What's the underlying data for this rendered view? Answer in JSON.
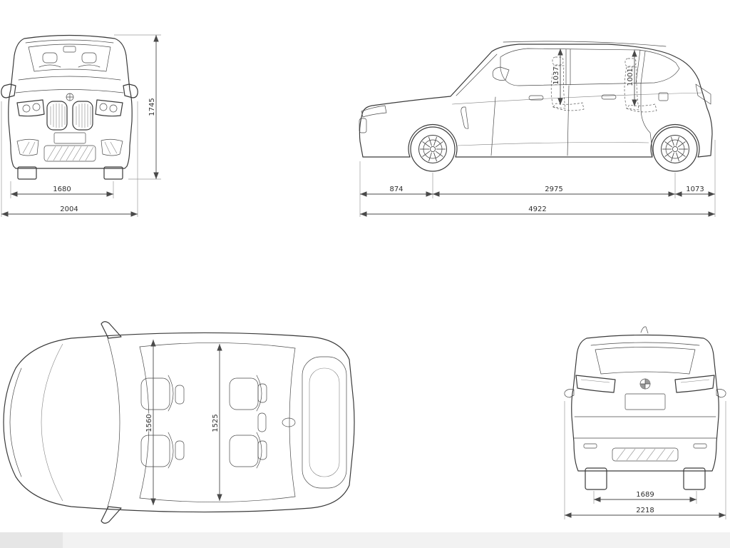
{
  "colors": {
    "background": "#ffffff",
    "line": "#3a3a3a",
    "dimension": "#4a4a4a"
  },
  "views": {
    "front": {
      "height": "1745",
      "track": "1680",
      "width_mirrors": "2004"
    },
    "side": {
      "headroom_front": "1037",
      "headroom_rear": "1001",
      "front_overhang": "874",
      "wheelbase": "2975",
      "rear_overhang": "1073",
      "length": "4922"
    },
    "top": {
      "width_front": "1560",
      "width_rear": "1525"
    },
    "rear": {
      "track": "1689",
      "width": "2218"
    }
  }
}
